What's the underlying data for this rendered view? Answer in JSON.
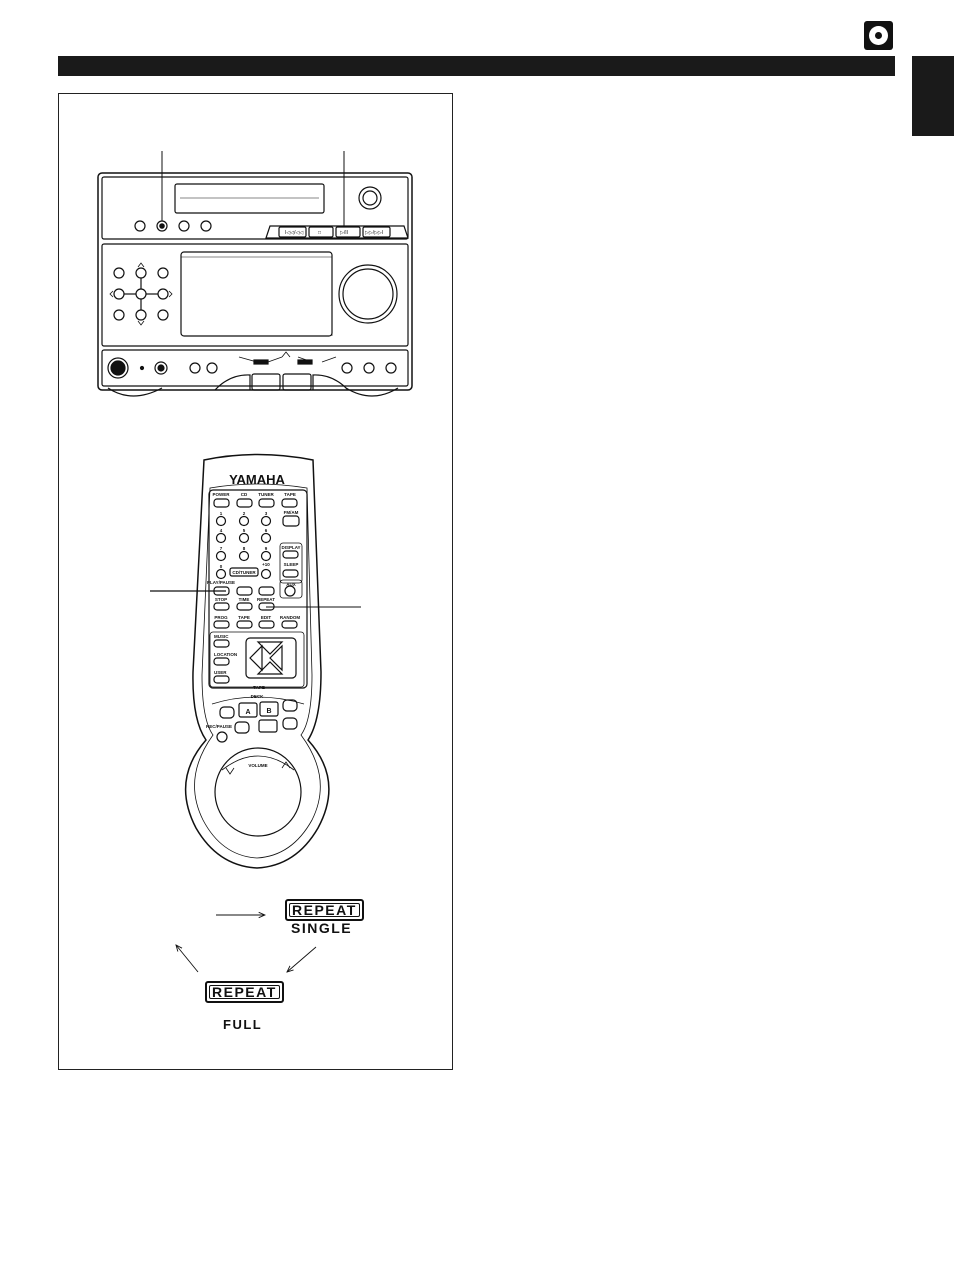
{
  "header": {
    "icon": "cd-disc-icon"
  },
  "front_panel": {
    "play_pause_label": "▷/II",
    "stop_label": "□",
    "skip_back_label": "I◁◁/◁◁",
    "skip_fwd_label": "▷▷/▷▷I"
  },
  "remote": {
    "brand": "YAMAHA",
    "top_buttons": [
      "POWER",
      "CD",
      "TUNER",
      "TAPE"
    ],
    "numbers": [
      "1",
      "2",
      "3",
      "4",
      "5",
      "6",
      "7",
      "8",
      "9",
      "0",
      "10"
    ],
    "fm_am": "FM/AM",
    "display": "DISPLAY",
    "sleep": "SLEEP",
    "cd_tuner": "CD/TUNER",
    "plus10": "+10",
    "aux": "AUX",
    "play_pause": "PLAY/PAUSE",
    "stop": "STOP",
    "time": "TIME",
    "repeat": "REPEAT",
    "prog": "PROG",
    "tape": "TAPE",
    "edit": "EDIT",
    "random": "RANDOM",
    "music": "MUSIC",
    "location": "LOCATION",
    "user": "USER",
    "tape_label": "TAPE",
    "deck": "DECK",
    "deck_a": "A",
    "deck_b": "B",
    "rec_pause": "REC/PAUSE",
    "volume": "VOLUME"
  },
  "repeat_cycle": {
    "repeat_single_box": "REPEAT",
    "single": "SINGLE",
    "repeat_full_box": "REPEAT",
    "full": "FULL"
  }
}
